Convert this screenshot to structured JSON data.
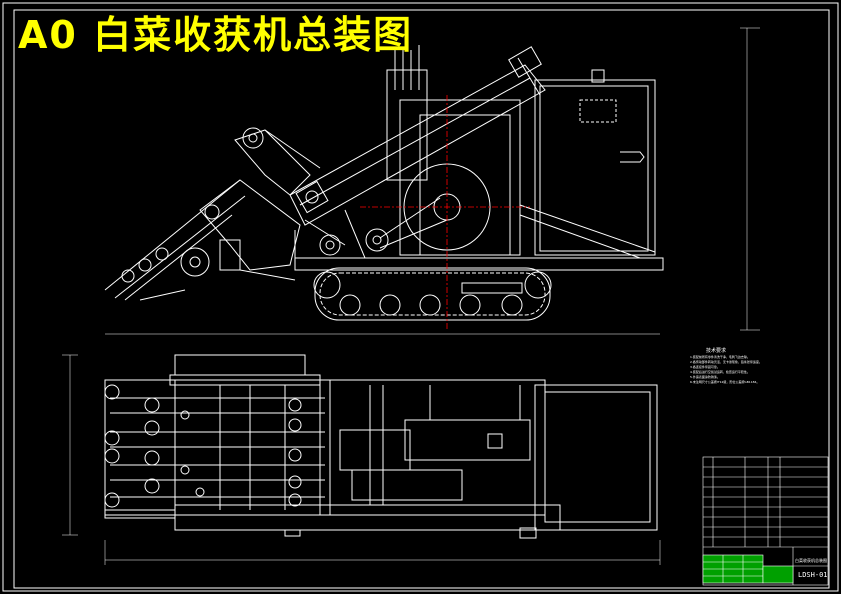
{
  "title": "A0 白菜收获机总装图",
  "tech_req_title": "技术要求",
  "tech_notes": [
    "1.装配前所有零件清洗干净，毛刺飞边去除。",
    "2.各传动部件转动灵活，无卡滞现象，链条张紧适度。",
    "3.各连接件紧固可靠。",
    "4.装配后进行空载试运转，检查运行平稳性。",
    "5.外露表面涂防锈漆。",
    "6.未注明尺寸公差按IT12级，形位公差按GB1184。"
  ],
  "title_block": {
    "drawing_no": "LDSH-01",
    "drawing_name": "白菜收获机总装图"
  },
  "colors": {
    "background": "#000000",
    "lines": "#ffffff",
    "title": "#ffff00",
    "center_lines": "#ff0000",
    "title_block_fill": "#00c000"
  }
}
